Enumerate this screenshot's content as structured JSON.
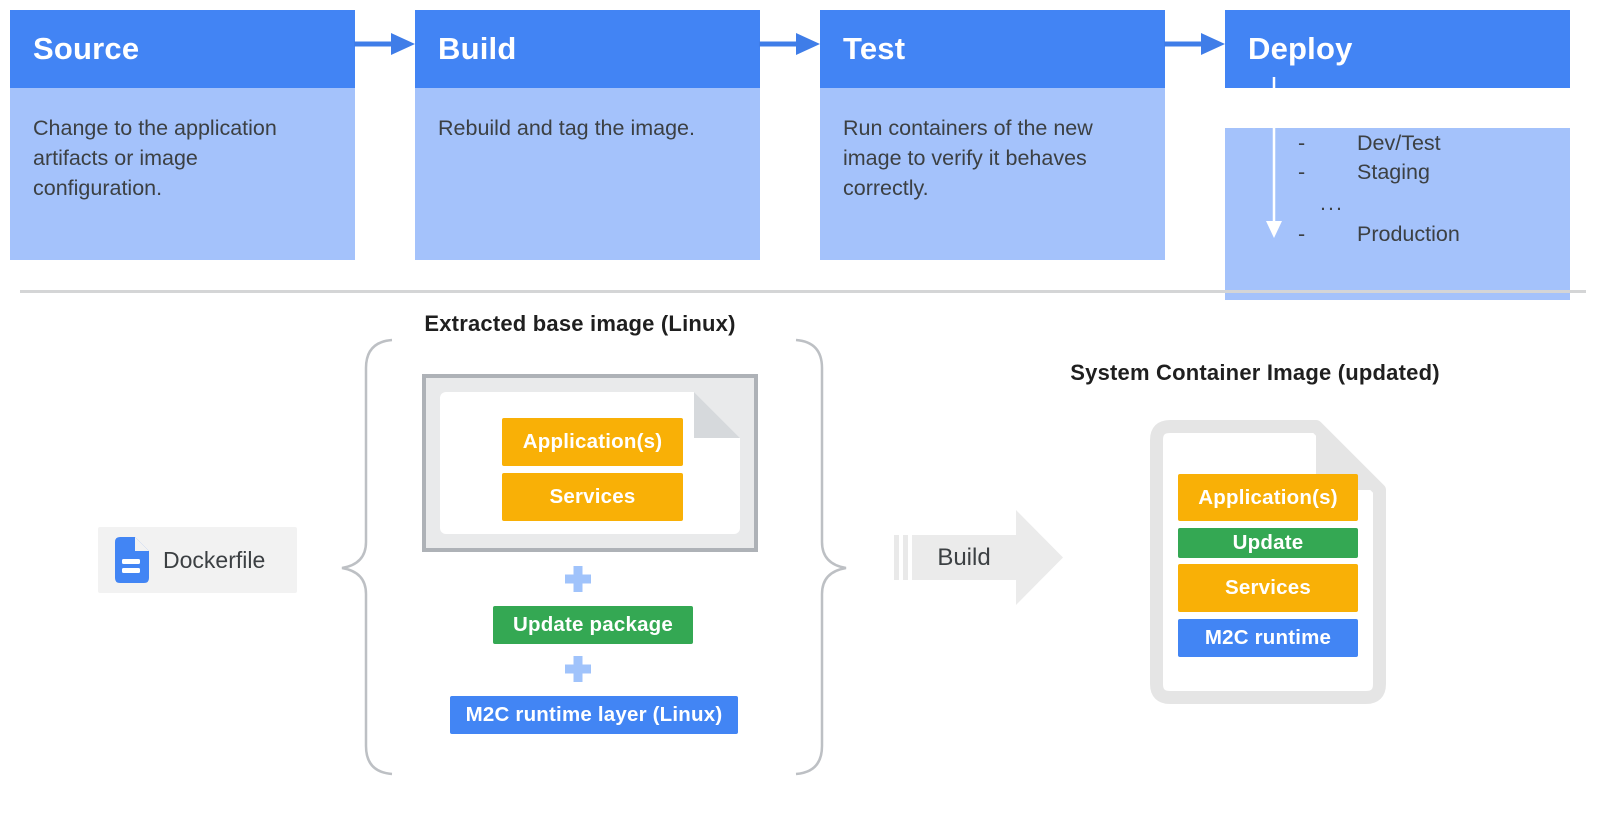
{
  "colors": {
    "header_blue": "#4284F4",
    "body_blue": "#A4C2FB",
    "arrow_blue": "#3F7DE8",
    "yellow": "#F9B006",
    "green": "#34A853",
    "bar_blue": "#4285F4",
    "text_dark": "#3C4043",
    "title_dark": "#1F1F1F",
    "chip_gray": "#F2F2F2",
    "doc_border_gray": "#E5E5E5",
    "frame_border": "#AEB2B7",
    "frame_fill": "#E9EAEB",
    "fold_gray": "#D6D9DC",
    "divider": "#D4D5D6",
    "build_gray": "#EBEBEB",
    "brace_gray": "#BDC0C4",
    "plus_blue": "#A0C3FB"
  },
  "pipeline": {
    "stages": [
      {
        "title": "Source",
        "description": "Change to the application artifacts or image configuration."
      },
      {
        "title": "Build",
        "description": "Rebuild and tag the image."
      },
      {
        "title": "Test",
        "description": "Run containers of the new image to verify it behaves correctly."
      },
      {
        "title": "Deploy"
      }
    ],
    "deploy_items": [
      {
        "dash": "-",
        "label": "Dev/Test"
      },
      {
        "dash": "-",
        "label": "Staging"
      },
      {
        "dash": "",
        "label": "..."
      },
      {
        "dash": "-",
        "label": "Production"
      }
    ]
  },
  "workflow": {
    "dockerfile_label": "Dockerfile",
    "extracted_title": "Extracted base image (Linux)",
    "base_image_layers": [
      "Application(s)",
      "Services"
    ],
    "plus_sign": "+",
    "update_package_label": "Update package",
    "runtime_layer_label": "M2C runtime layer (Linux)",
    "build_arrow_label": "Build",
    "result_title": "System Container Image (updated)",
    "result_layers": [
      {
        "label": "Application(s)",
        "color": "yellow"
      },
      {
        "label": "Update",
        "color": "green"
      },
      {
        "label": "Services",
        "color": "yellow"
      },
      {
        "label": "M2C runtime",
        "color": "blue"
      }
    ]
  }
}
